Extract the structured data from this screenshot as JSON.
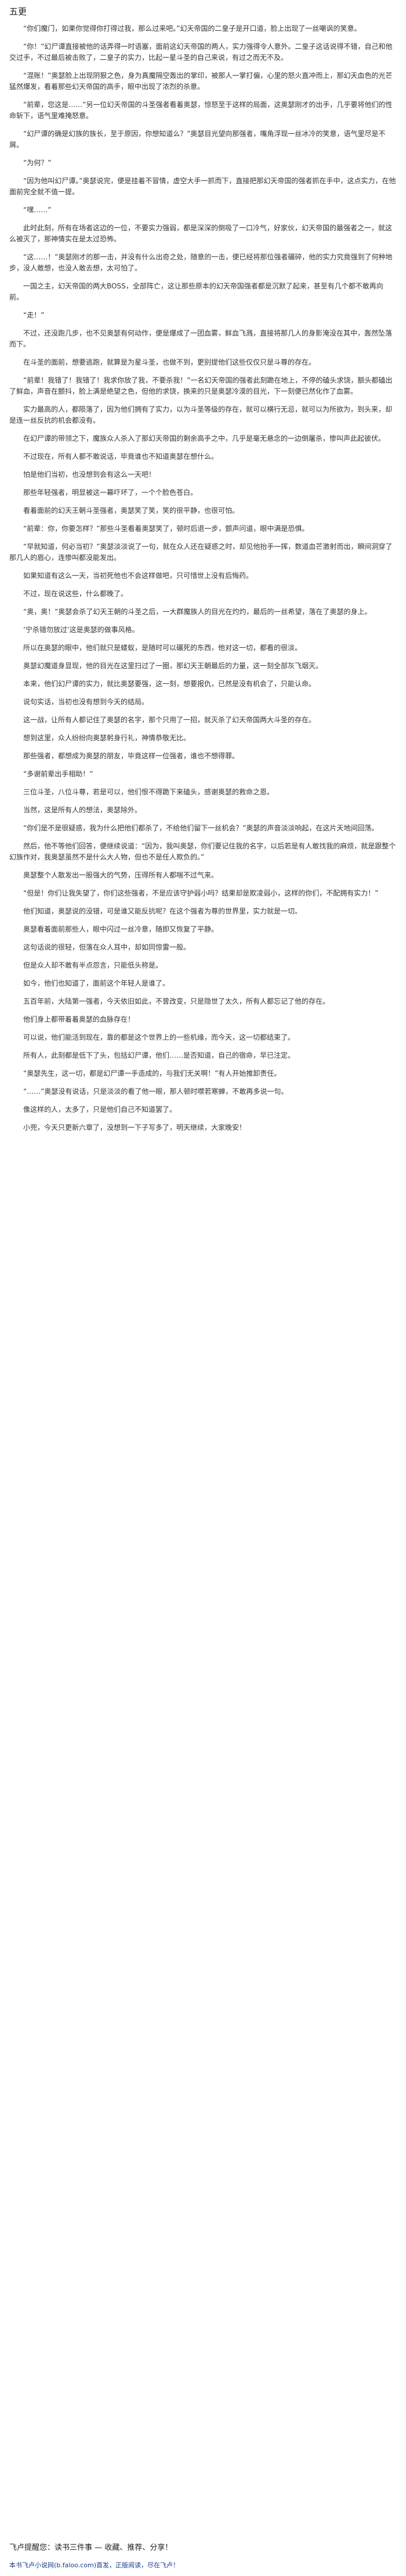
{
  "title": "五更",
  "paragraphs": [
    "“你们魔门，如果你觉得你打得过我，那么过来吧。”幻天帝国的二皇子是开口道，脸上出现了一丝嘲讽的笑意。",
    "“你！”幻尸谭直接被他的话弄得一时语塞，面前这幻天帝国的两人，实力强得令人意外。二皇子这话说得不错，自己和他交过手，不过最后被击败了，二皇子的实力，比起一星斗圣的自己来说，有过之而无不及。",
    "“混账！”奥瑟脸上出现阴狠之色，身为真魔隔空轰出的掌印，被那人一掌打偏，心里的怒火直冲而上，那幻天血色的光芒猛然爆发，看着那些幻天帝国的高手，眼中出现了浓烈的杀意。",
    "“前辈，您这是……”另一位幻天帝国的斗圣强者看着奥瑟，惊怒至于这样的局面，这奥瑟刚才的出手，几乎要将他们的性命斩下，语气里难掩怒意。",
    "“幻尸谭的确是幻族的族长，至于原因，你想知道么？”奥瑟目光望向那强者，嘴角浮现一丝冰冷的笑意，语气里尽是不屑。",
    "“为何？”",
    "“因为他叫幻尸谭。”奥瑟说完，便是挂着不冒情，虚空大手一抓而下，直接把那幻天帝国的强者抓在手中，这点实力，在他面前完全就不值一提。",
    "“嘿……”",
    "此时此刻，所有在场者这边的一位，不要实力强弱，都是深深的倒吸了一口冷气，好家伙，幻天帝国的最强者之一，就这么被灭了，那神情实在是太过恐怖。",
    "“这……！”奥瑟刚才的那一击，并没有什么出奇之处，随意的一击，便已经将那位强者碾碎，他的实力究竟强到了何种地步，没人敢想，也没人敢去想，太可怕了。",
    "一国之主，幻天帝国的两大BOSS，全部阵亡，这让那些原本的幻天帝国强者都是沉默了起来，甚至有几个都不敢再向前。",
    "“走！”",
    "不过，还没跑几步，也不见奥瑟有何动作，便是爆成了一团血雾，鲜血飞溅，直接将那几人的身影淹没在其中，轰然坠落而下。",
    "在斗圣的面前，想要逃跑，就算是为星斗圣，也做不到，更别提他们这些仅仅只是斗尊的存在。",
    "“前辈！我错了！我错了！我求你放了我，不要杀我！”一名幻天帝国的强者此刻跪在地上，不停的磕头求饶，额头都磕出了鲜血，声音在颤抖，脸上满是绝望之色，但他的求饶，换来的只是奥瑟冷漠的目光，下一刻便已然化作了血雾。",
    "实力最高的人，都陨落了，因为他们拥有了实力，以为斗圣等级的存在，就可以横行无忌，就可以为所欲为，到头来，却是连一丝反抗的机会都没有。",
    "在幻尸谭的带领之下，魔族众人杀入了那幻天帝国的剩余高手之中，几乎是毫无悬念的一边倒屠杀，惨叫声此起彼伏。",
    "不过现在，所有人都不敢说话，毕竟谁也不知道奥瑟在想什么。",
    "怕是他们当初，也没想到会有这么一天吧！",
    "那些年轻强者，明显被这一幕吓坏了，一个个脸色苍白。",
    "看着面前的幻天王朝斗圣强者，奥瑟笑了笑，笑的很平静，也很可怕。",
    "“前辈：你，你要怎样？”那些斗圣看着奥瑟笑了，顿时后退一步，颤声问道，眼中满是恐惧。",
    "“早就知道，何必当初？”奥瑟淡淡说了一句，就在众人还在疑惑之时，却见他抬手一挥，数道血芒激射而出，瞬间洞穿了那几人的眉心，连惨叫都没能发出。",
    "如果知道有这么一天，当初死他也不会这样做吧，只可惜世上没有后悔药。",
    "不过，现在说这些，什么都晚了。",
    "“奥，奥！”奥瑟会杀了幻天王朝的斗圣之后，一大群魔族人的目光在灼灼，最后的一丝希望，落在了奥瑟的身上。",
    "‘宁杀错勿放过’这是奥瑟的做事风格。",
    "所以在奥瑟的眼中，他们就只是蝼蚁，是随时可以碾死的东西，他对这一切，都看的很淡。",
    "奥瑟幻魔道身显现，他的目光在这里扫过了一圈，那幻天王朝最后的力量，这一刻全部灰飞烟灭。",
    "本来，他们幻尸谭的实力，就比奥瑟要强，这一刻，想要报仇，已然是没有机会了，只能认命。",
    "说句实话，当初也没有想到今天的结局。",
    "这一战，让所有人都记住了奥瑟的名字，那个只用了一招，就灭杀了幻天帝国两大斗圣的存在。",
    "想到这里，众人纷纷向奥瑟躬身行礼，神情恭敬无比。",
    "那些强者，都想成为奥瑟的朋友，毕竟这样一位强者，谁也不想得罪。",
    "“多谢前辈出手相助！”",
    "三位斗圣，八位斗尊，若是可以，他们恨不得跪下来磕头，感谢奥瑟的救命之恩。",
    "当然，这是所有人的想法，奥瑟除外。",
    "“你们是不是很疑惑，我为什么把他们都杀了，不给他们留下一丝机会？”奥瑟的声音淡淡响起，在这片天地间回荡。",
    "然后，他不等他们回答，便继续说道：“因为，我叫奥瑟，你们要记住我的名字，以后若是有人敢找我的麻烦，就是跟整个幻族作对，我奥瑟虽然不是什么大人物，但也不是任人欺负的。”",
    "奥瑟整个人散发出一股强大的气势，压得所有人都喘不过气来。",
    "“但是！你们让我失望了，你们这些强者，不是应该守护弱小吗？结果却是欺凌弱小，这样的你们，不配拥有实力！”",
    "他们知道，奥瑟说的没错，可是谁又能反抗呢？在这个强者为尊的世界里，实力就是一切。",
    "奥瑟看着面前那些人，眼中闪过一丝冷意，随即又恢复了平静。",
    "这句话说的很轻，但落在众人耳中，却如同惊雷一般。",
    "但是众人却不敢有半点怨言，只能低头称是。",
    "如今，他们也知道了，面前这个年轻人是谁了。",
    "五百年前，大陆第一强者，今天依旧如此，不曾改变，只是隐世了太久，所有人都忘记了他的存在。",
    "他们身上都带着着奥瑟的血脉存在！",
    "可以说，他们能活到现在，靠的都是这个世界上的一些机缘，而今天，这一切都结束了。",
    "所有人，此刻都是低下了头，包括幻尸谭，他们……是否知道，自己的宿命，早已注定。",
    "“奥瑟先生，这一切，都是幻尸谭一手造成的，与我们无关啊！”有人开始推卸责任。",
    "“……”奥瑟没有说话，只是淡淡的看了他一眼，那人顿时噤若寒蝉，不敢再多说一句。",
    "像这样的人，太多了，只是他们自己不知道罢了。",
    "小兜，今天只更新六章了，没想到一下子写多了，明天继续，大家晚安！"
  ],
  "footer_note": "飞卢提醒您：读书三件事 — 收藏、推荐、分享！",
  "source_line": "本书飞卢小说网(b.faloo.com)首发，正版阅读，尽在飞卢！"
}
